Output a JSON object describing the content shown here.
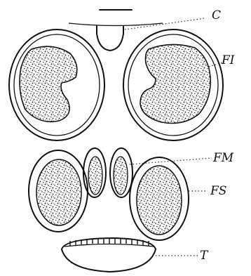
{
  "labels": {
    "C": "C",
    "FI": "FI",
    "FM": "FM",
    "FS": "FS",
    "T": "T"
  }
}
